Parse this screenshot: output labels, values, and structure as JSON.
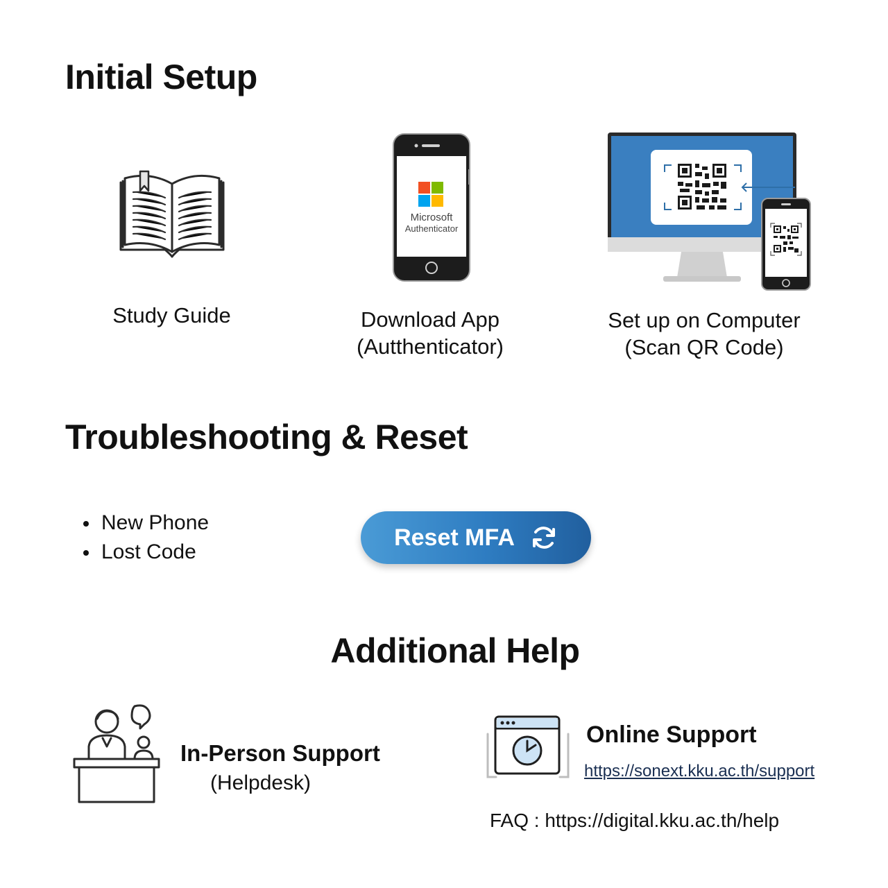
{
  "sections": {
    "initial_setup": {
      "title": "Initial Setup",
      "steps": [
        {
          "caption_line1": "Study Guide",
          "caption_line2": "",
          "icon": "open-book-icon"
        },
        {
          "caption_line1": "Download App",
          "caption_line2": "(Autthenticator)",
          "icon": "phone-icon",
          "phone_brand_line1": "Microsoft",
          "phone_brand_line2": "Authenticator"
        },
        {
          "caption_line1": "Set up on Computer",
          "caption_line2": "(Scan QR Code)",
          "icon": "monitor-qr-icon"
        }
      ]
    },
    "troubleshooting": {
      "title": "Troubleshooting & Reset",
      "bullets": [
        "New Phone",
        "Lost Code"
      ],
      "button_label": "Reset MFA",
      "button_icon": "refresh-icon"
    },
    "additional_help": {
      "title": "Additional Help",
      "in_person": {
        "title": "In-Person Support",
        "subtitle": "(Helpdesk)",
        "icon": "helpdesk-icon"
      },
      "online": {
        "title": "Online Support",
        "url": "https://sonext.kku.ac.th/support",
        "icon": "browser-clock-icon"
      },
      "faq": "FAQ : https://digital.kku.ac.th/help"
    }
  },
  "colors": {
    "button_gradient_start": "#4a9bd6",
    "button_gradient_end": "#215f9e",
    "monitor_screen": "#3a7fc0",
    "ms_red": "#f25022",
    "ms_green": "#7fba00",
    "ms_blue": "#00a4ef",
    "ms_yellow": "#ffb900",
    "browser_accent": "#cde3f5"
  }
}
